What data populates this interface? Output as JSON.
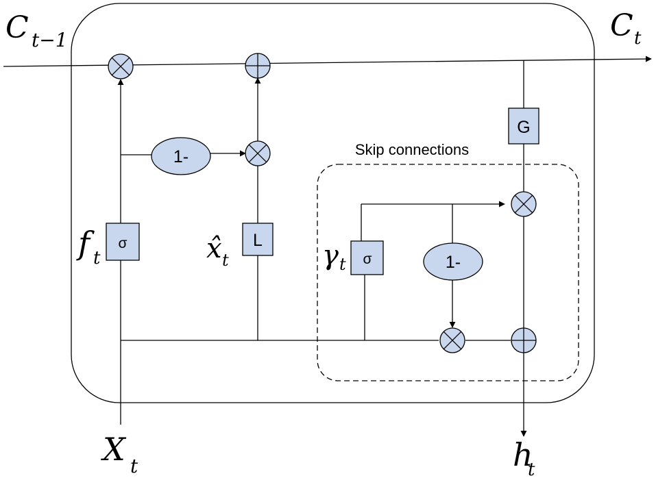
{
  "labels": {
    "c_prev": {
      "main": "C",
      "sub": "t−1"
    },
    "c_t": {
      "main": "C",
      "sub": "t"
    },
    "f_t": {
      "main": "f",
      "sub": "t"
    },
    "x_hat": {
      "main": "x̂",
      "sub": "t"
    },
    "gamma_t": {
      "main": "γ",
      "sub": "t"
    },
    "x_t": {
      "main": "X",
      "sub": "t"
    },
    "h_t": {
      "main": "h",
      "sub": "t"
    }
  },
  "boxes": {
    "sigma_f": "σ",
    "sigma_gamma": "σ",
    "l_box": "L",
    "g_box": "G"
  },
  "ellipses": {
    "one_minus_top": "1-",
    "one_minus_skip": "1-"
  },
  "skip_caption": "Skip connections",
  "colors": {
    "node_fill": "#c9d7ee",
    "stroke": "#000000"
  }
}
